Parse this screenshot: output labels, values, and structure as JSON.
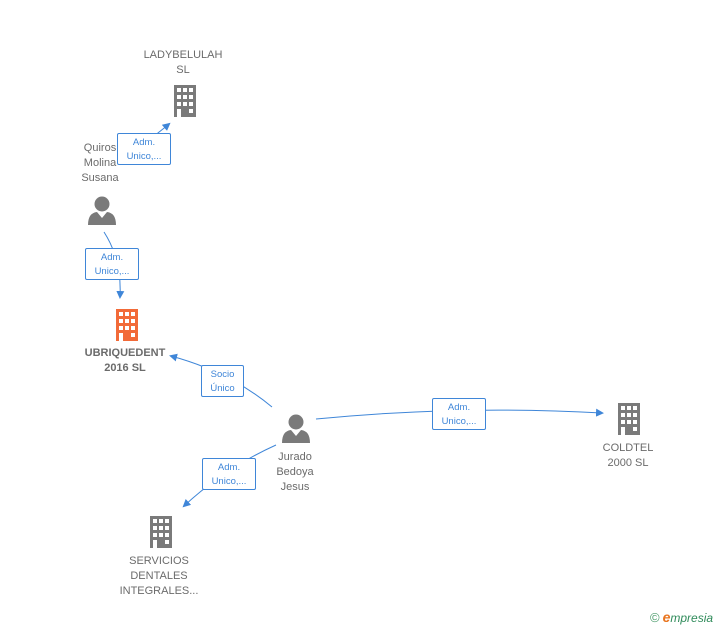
{
  "nodes": {
    "ladybelulah": {
      "line1": "LADYBELULAH",
      "line2": "SL"
    },
    "quiros": {
      "line1": "Quiros",
      "line2": "Molina",
      "line3": "Susana"
    },
    "ubriquedent": {
      "line1": "UBRIQUEDENT",
      "line2": "2016  SL"
    },
    "jurado": {
      "line1": "Jurado",
      "line2": "Bedoya",
      "line3": "Jesus"
    },
    "coldtel": {
      "line1": "COLDTEL",
      "line2": "2000  SL"
    },
    "servicios": {
      "line1": "SERVICIOS",
      "line2": "DENTALES",
      "line3": "INTEGRALES..."
    }
  },
  "edges": {
    "quiros_ladybelulah": {
      "line1": "Adm.",
      "line2": "Unico,..."
    },
    "quiros_ubriquedent": {
      "line1": "Adm.",
      "line2": "Unico,..."
    },
    "jurado_ubriquedent": {
      "line1": "Socio",
      "line2": "Único"
    },
    "jurado_coldtel": {
      "line1": "Adm.",
      "line2": "Unico,..."
    },
    "jurado_servicios": {
      "line1": "Adm.",
      "line2": "Unico,..."
    }
  },
  "colors": {
    "edge": "#3f86d8",
    "company": "#7a7a7a",
    "company_focus": "#f26a38",
    "person": "#7a7a7a"
  },
  "footer": {
    "copyright": "©",
    "brand_initial": "e",
    "brand_rest": "mpresia"
  }
}
